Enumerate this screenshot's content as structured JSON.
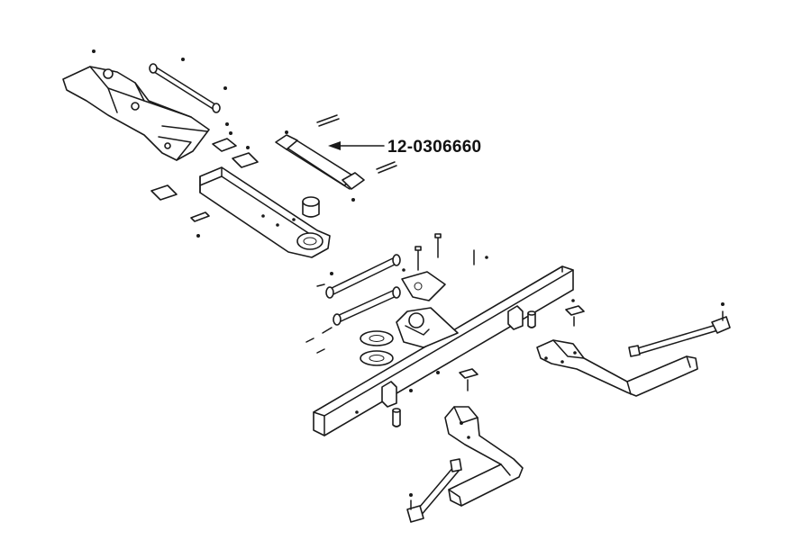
{
  "callout": {
    "part_number": "12-0306660",
    "color": "#111111"
  },
  "parts": [
    "tongue-bracket",
    "drawbar-tube",
    "pivot-pin-assembly",
    "main-axle-beam",
    "mounting-plate",
    "pivot-plate",
    "washer-pair",
    "right-arm",
    "right-tie-rod",
    "lower-arm",
    "lower-tie-rod"
  ]
}
